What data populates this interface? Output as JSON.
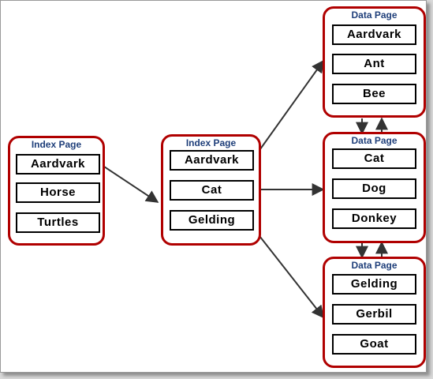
{
  "colors": {
    "page_border": "#b00000",
    "page_title": "#1f3f7a",
    "key_border": "#000000",
    "arrow": "#333333"
  },
  "root_index": {
    "title": "Index Page",
    "keys": [
      "Aardvark",
      "Horse",
      "Turtles"
    ]
  },
  "mid_index": {
    "title": "Index Page",
    "keys": [
      "Aardvark",
      "Cat",
      "Gelding"
    ]
  },
  "data_pages": [
    {
      "title": "Data Page",
      "keys": [
        "Aardvark",
        "Ant",
        "Bee"
      ]
    },
    {
      "title": "Data Page",
      "keys": [
        "Cat",
        "Dog",
        "Donkey"
      ]
    },
    {
      "title": "Data Page",
      "keys": [
        "Gelding",
        "Gerbil",
        "Goat"
      ]
    }
  ]
}
